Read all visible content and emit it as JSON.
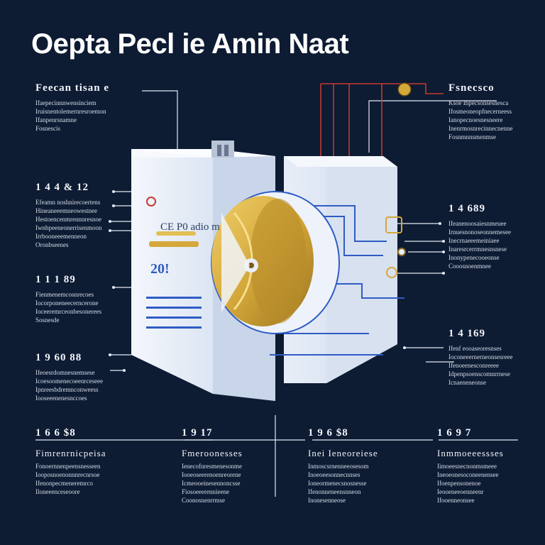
{
  "title": "Oepta Pecl ie Amin Naat",
  "device": {
    "label_main": "CE P0 adio m",
    "label_number": "20!"
  },
  "callouts_left": [
    {
      "heading": "Feecan tisan e",
      "lines": [
        "Ifaepecinnnwensinciem",
        "Iruisnentolemernresroemon",
        "Ifanpenrsnamne",
        "Fosnescis"
      ]
    },
    {
      "heading": "1 4 4 & 12",
      "lines": [
        "Efeamn noshnirecoertens",
        "Hineaneeemneowestnee",
        "Hestoencenmrennnresnoe",
        "Iwnbpeeneonerrisenmoon",
        "Irrbooneeemenneon",
        "Oronbseenes"
      ]
    },
    {
      "heading": "1 1 1 89",
      "lines": [
        "Fienmenemcosnrecoes",
        "Iocorponeneecerncerone",
        "Ioceeremrceonbesonerees",
        "Sosnesde"
      ]
    },
    {
      "heading": "1 9 60 88",
      "lines": [
        "Ifeoesrdomnesnemsese",
        "Icoesoomenecoeenrceseee",
        "Ipnreesbdremnconweess",
        "Iooseeenenesnccoes"
      ]
    }
  ],
  "callouts_right": [
    {
      "heading": "Fsnecsco",
      "lines": [
        "Ksoe Ihpecsonsesnesca",
        "Ifosmeoneopfnecerneess",
        "Ianopecnoesnesneere",
        "Inenrmosnrecinnecnenne",
        "Fosnmnnsmenmse"
      ]
    },
    {
      "heading": "1 4 689",
      "lines": [
        "Ifeanenoosaiesnmeuee",
        "Irnuesnonoseonnemesee",
        "Inecrnaeeemeiniaee",
        "Inaresrcerrmnesnsnese",
        "Inonypenecooeonse",
        "Cooosnoenmnee"
      ]
    },
    {
      "heading": "1 4 169",
      "lines": [
        "Ifenf eooaseoresnses",
        "Ioconeeernerneonsesreee",
        "Ifenoeenesconreeee",
        "Idpenpsoenscomnrrnese",
        "Icnaeneneonse"
      ]
    }
  ],
  "callouts_bottom": [
    {
      "heading": "1 6 6 $8",
      "subheading": "Fimrenrnicpeisa",
      "lines": [
        "Fonoernnenpeensnesseen",
        "Iooposnoenonnnrecnrsoe",
        "Ifenonpecmeneremrco",
        "Iloneeenceseoore"
      ]
    },
    {
      "heading": "1 9 17",
      "subheading": "Fmeroonesses",
      "lines": [
        "Ienecofnresmenesonme",
        "Iooeoseerenoenreorene",
        "Icmeooeinesennoncsse",
        "Fiosoeeerennieene",
        "Coonosnenrrmse"
      ]
    },
    {
      "heading": "1 9 6 $8",
      "subheading": "Inei Ieneoreiese",
      "lines": [
        "Inmoscsrnenneeosesom",
        "Inoeoeesonnecnnses",
        "Ioneormenecsnosnesse",
        "Ifenonneneensnneon",
        "Inonesenneose"
      ]
    },
    {
      "heading": "1 6 9 7",
      "subheading": "Inmmoeeessses",
      "lines": [
        "Iimoeesnecnonmsmeee",
        "Ineoeonesoconeenensee",
        "Ifoenpensonenoe",
        "Ieooeneeoenneenr",
        "Ifooenneonsee"
      ]
    }
  ],
  "colors": {
    "background": "#0d1b33",
    "housing": "#e9eef7",
    "housing_shade": "#c5d2e6",
    "rotor_gold": "#d4a83a",
    "accent_blue": "#2f5cc4",
    "accent_red": "#c53a2e",
    "leader_line": "#e4e9f2"
  },
  "icons": [
    "valve-icon",
    "knob-icon",
    "bulb-icon",
    "pin-icon"
  ]
}
